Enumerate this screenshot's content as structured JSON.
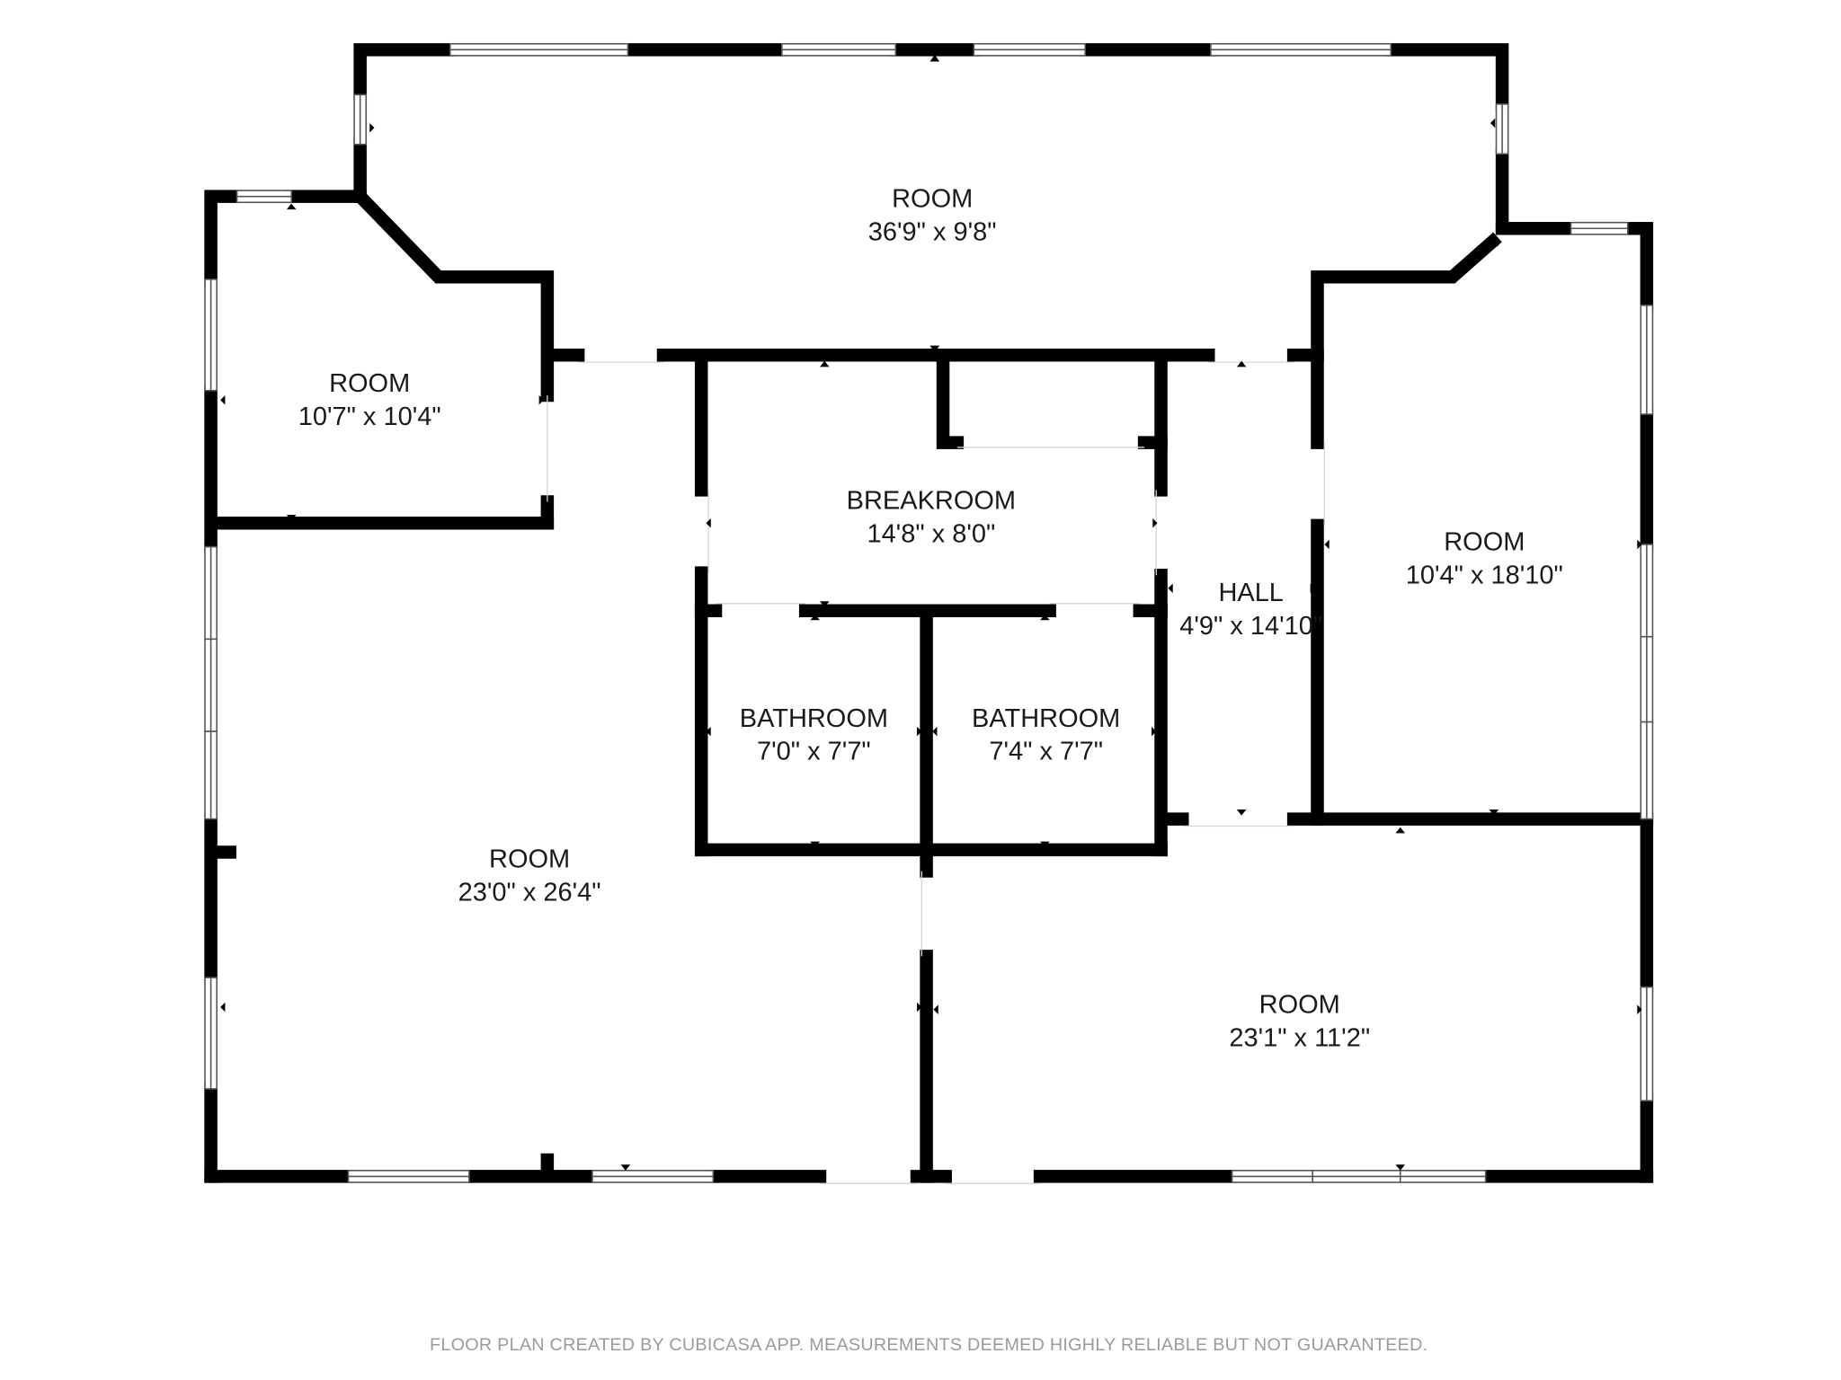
{
  "rooms": {
    "top": {
      "name": "ROOM",
      "dims": "36'9\" x 9'8\""
    },
    "upper_left": {
      "name": "ROOM",
      "dims": "10'7\" x 10'4\""
    },
    "breakroom": {
      "name": "BREAKROOM",
      "dims": "14'8\" x 8'0\""
    },
    "bathroom_1": {
      "name": "BATHROOM",
      "dims": "7'0\" x 7'7\""
    },
    "bathroom_2": {
      "name": "BATHROOM",
      "dims": "7'4\" x 7'7\""
    },
    "hall": {
      "name": "HALL",
      "dims": "4'9\" x 14'10\""
    },
    "right": {
      "name": "ROOM",
      "dims": "10'4\" x 18'10\""
    },
    "lower_left": {
      "name": "ROOM",
      "dims": "23'0\" x 26'4\""
    },
    "lower_right": {
      "name": "ROOM",
      "dims": "23'1\" x 11'2\""
    }
  },
  "footer": "FLOOR PLAN CREATED BY CUBICASA APP. MEASUREMENTS DEEMED HIGHLY RELIABLE BUT NOT GUARANTEED.",
  "colors": {
    "wall": "#000000",
    "window_frame": "#555555",
    "background": "#ffffff"
  }
}
